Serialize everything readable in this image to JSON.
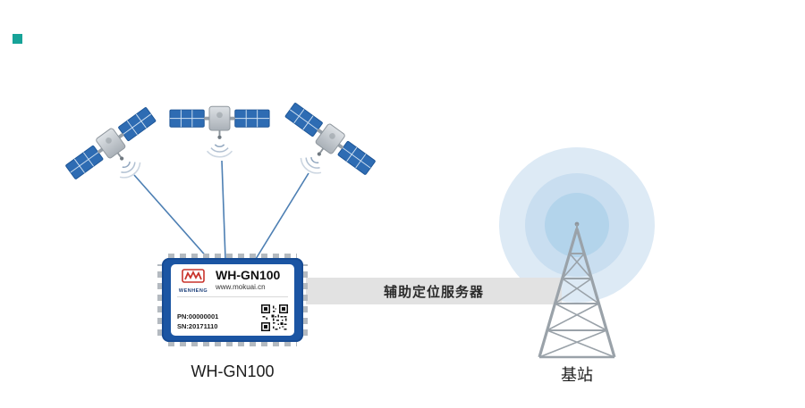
{
  "module": {
    "brand": "WENHENG",
    "title": "WH-GN100",
    "url": "www.mokuai.cn",
    "pn": "PN:00000001",
    "sn": "SN:20171110",
    "caption": "WH-GN100"
  },
  "link": {
    "label": "辅助定位服务器"
  },
  "tower": {
    "caption": "基站"
  },
  "colors": {
    "board_blue": "#1b55a3",
    "panel_blue": "#2e6cb3",
    "logo_red": "#c9342c",
    "wave_outer": "#ddeaf5",
    "wave_mid": "#c9def0",
    "wave_inner": "#b3d4eb",
    "bar_gray": "#e2e2e2",
    "tower_gray": "#9aa2a9",
    "accent_teal": "#17a398"
  }
}
